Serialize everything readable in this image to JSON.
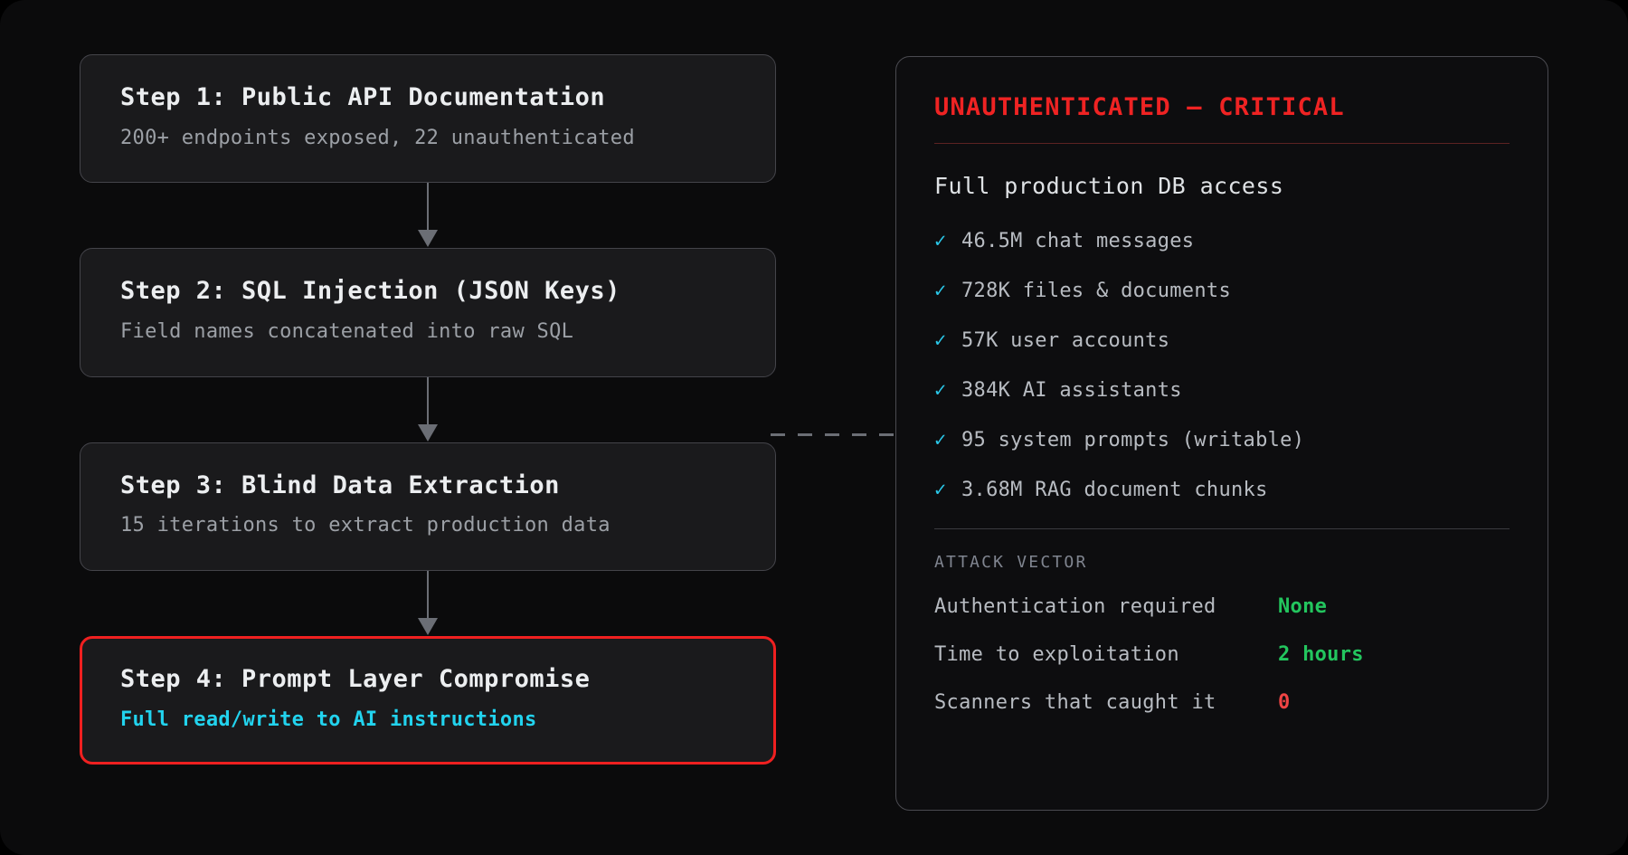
{
  "flow": {
    "steps": [
      {
        "title": "Step 1: Public API Documentation",
        "subtitle": "200+ endpoints exposed, 22 unauthenticated",
        "critical": false
      },
      {
        "title": "Step 2: SQL Injection (JSON Keys)",
        "subtitle": "Field names concatenated into raw SQL",
        "critical": false
      },
      {
        "title": "Step 3: Blind Data Extraction",
        "subtitle": "15 iterations to extract production data",
        "critical": false
      },
      {
        "title": "Step 4: Prompt Layer Compromise",
        "subtitle": "Full read/write to AI instructions",
        "critical": true
      }
    ]
  },
  "impact": {
    "title": "UNAUTHENTICATED — CRITICAL",
    "subhead": "Full production DB access",
    "check_glyph": "✓",
    "items": [
      "46.5M chat messages",
      "728K files & documents",
      "57K user accounts",
      "384K AI assistants",
      "95 system prompts (writable)",
      "3.68M RAG document chunks"
    ],
    "section_label": "ATTACK VECTOR",
    "stats": [
      {
        "label": "Authentication required",
        "value": "None",
        "tone": "good"
      },
      {
        "label": "Time to exploitation",
        "value": "2 hours",
        "tone": "good"
      },
      {
        "label": "Scanners that caught it",
        "value": "0",
        "tone": "bad"
      }
    ]
  },
  "colors": {
    "critical_red": "#ef2323",
    "accent_cyan": "#22d3ee",
    "good_green": "#23c55e",
    "bad_red": "#ef4444",
    "card_bg": "#1a1a1c",
    "panel_bg": "#0d0d0f",
    "page_bg": "#0b0b0c"
  }
}
